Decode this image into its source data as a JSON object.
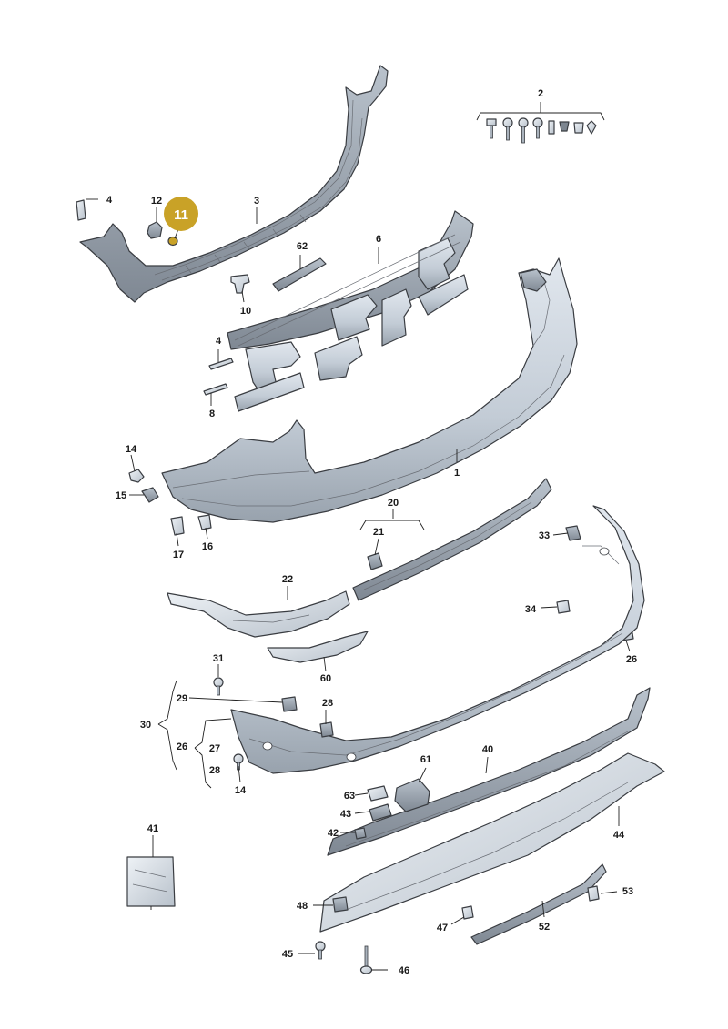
{
  "colors": {
    "part_fill": "#c9d1da",
    "part_fill_dark": "#9aa3ad",
    "part_fill_light": "#e3e8ee",
    "stroke": "#3a3d42",
    "highlight": "#c9a227"
  },
  "highlighted_callout": "11",
  "callouts": [
    {
      "id": "c1",
      "label": "1"
    },
    {
      "id": "c2",
      "label": "2"
    },
    {
      "id": "c3",
      "label": "3"
    },
    {
      "id": "c4a",
      "label": "4"
    },
    {
      "id": "c4b",
      "label": "4"
    },
    {
      "id": "c6",
      "label": "6"
    },
    {
      "id": "c8",
      "label": "8"
    },
    {
      "id": "c10",
      "label": "10"
    },
    {
      "id": "c12",
      "label": "12"
    },
    {
      "id": "c14a",
      "label": "14"
    },
    {
      "id": "c14b",
      "label": "14"
    },
    {
      "id": "c15",
      "label": "15"
    },
    {
      "id": "c16",
      "label": "16"
    },
    {
      "id": "c17",
      "label": "17"
    },
    {
      "id": "c20",
      "label": "20"
    },
    {
      "id": "c21",
      "label": "21"
    },
    {
      "id": "c22",
      "label": "22"
    },
    {
      "id": "c26",
      "label": "26"
    },
    {
      "id": "c27a",
      "label": "27"
    },
    {
      "id": "c27b",
      "label": "27"
    },
    {
      "id": "c28a",
      "label": "28"
    },
    {
      "id": "c28b",
      "label": "28"
    },
    {
      "id": "c29",
      "label": "29"
    },
    {
      "id": "c30",
      "label": "30"
    },
    {
      "id": "c31",
      "label": "31"
    },
    {
      "id": "c33",
      "label": "33"
    },
    {
      "id": "c34",
      "label": "34"
    },
    {
      "id": "c40",
      "label": "40"
    },
    {
      "id": "c41",
      "label": "41"
    },
    {
      "id": "c42",
      "label": "42"
    },
    {
      "id": "c43",
      "label": "43"
    },
    {
      "id": "c44",
      "label": "44"
    },
    {
      "id": "c45",
      "label": "45"
    },
    {
      "id": "c46",
      "label": "46"
    },
    {
      "id": "c47",
      "label": "47"
    },
    {
      "id": "c48",
      "label": "48"
    },
    {
      "id": "c52",
      "label": "52"
    },
    {
      "id": "c53",
      "label": "53"
    },
    {
      "id": "c60",
      "label": "60"
    },
    {
      "id": "c61",
      "label": "61"
    },
    {
      "id": "c62",
      "label": "62"
    },
    {
      "id": "c63",
      "label": "63"
    }
  ]
}
